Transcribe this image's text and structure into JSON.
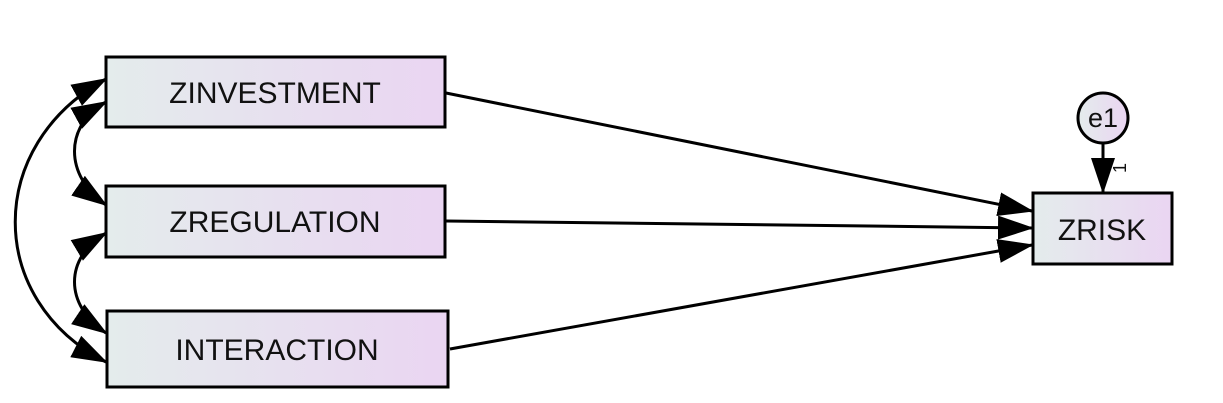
{
  "diagram": {
    "nodes": {
      "zinvestment": "ZINVESTMENT",
      "zregulation": "ZREGULATION",
      "interaction": "INTERACTION",
      "zrisk": "ZRISK",
      "e1": "e1"
    },
    "error_path_weight": "1",
    "colors": {
      "box_fill_left": "#e4ecec",
      "box_fill_right": "#ead5f2",
      "stroke": "#000000"
    }
  }
}
